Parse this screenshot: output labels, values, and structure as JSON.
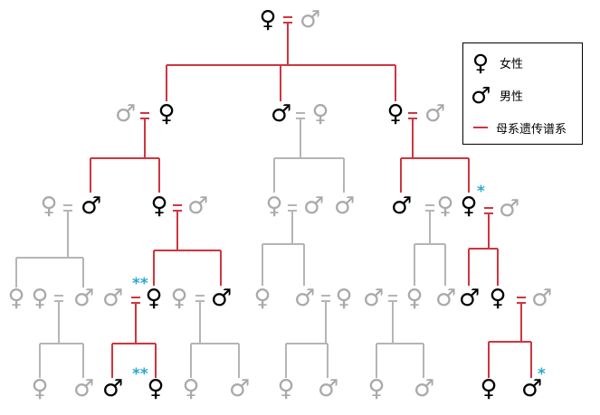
{
  "symbols": {
    "female": "♀",
    "male": "♂"
  },
  "colors": {
    "line_maternal": "#d0353f",
    "line_other": "#b5b5b5",
    "black": "#000000",
    "gray": "#a9a9a9",
    "star": "#2aa8d0"
  },
  "legend": {
    "female_label": "女性",
    "male_label": "男性",
    "line_label": "母系遗传谱系"
  },
  "stars": {
    "one": "*",
    "two": "**"
  }
}
